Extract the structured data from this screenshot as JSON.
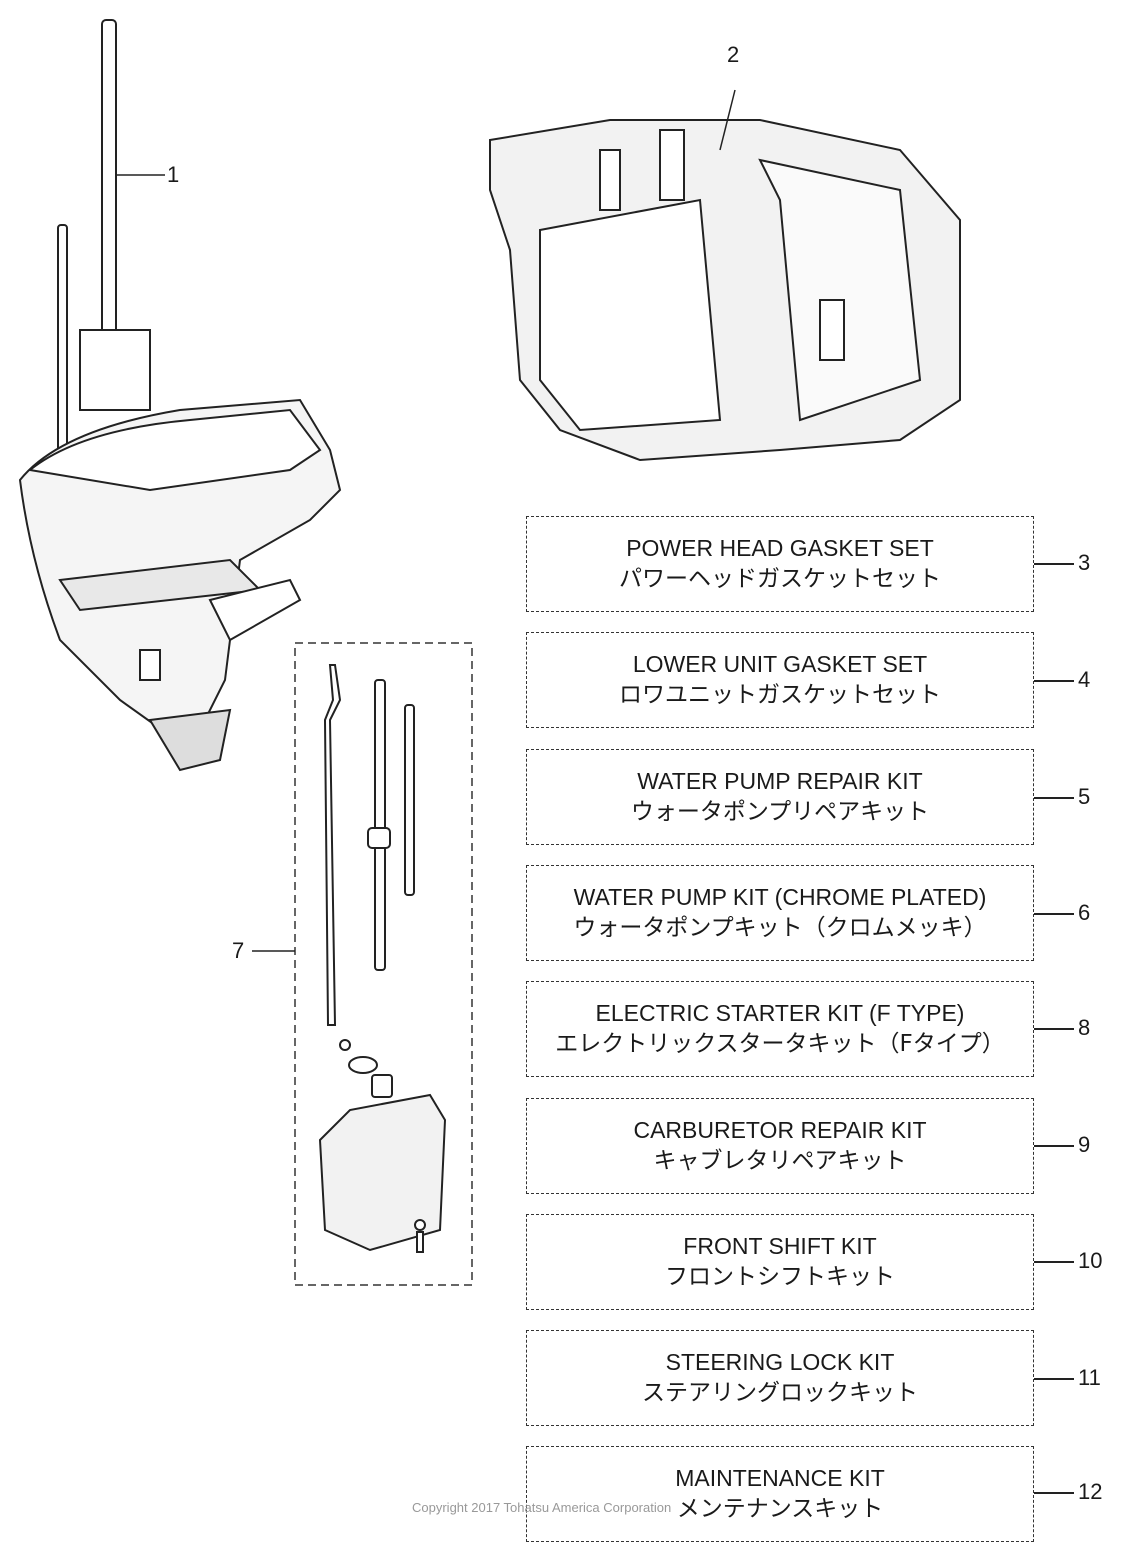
{
  "diagram": {
    "type": "exploded parts diagram",
    "parts": [
      {
        "number": "1",
        "description": "Lower unit / drive shaft assembly (drawing)"
      },
      {
        "number": "2",
        "description": "Power head cylinder block (drawing)"
      },
      {
        "number": "7",
        "description": "Front shift kit components (drawing in dashed box)"
      }
    ],
    "kits": [
      {
        "number": "3",
        "english": "POWER HEAD GASKET SET",
        "japanese": "パワーヘッドガスケットセット"
      },
      {
        "number": "4",
        "english": "LOWER UNIT GASKET SET",
        "japanese": "ロワユニットガスケットセット"
      },
      {
        "number": "5",
        "english": "WATER PUMP REPAIR KIT",
        "japanese": "ウォータポンプリペアキット"
      },
      {
        "number": "6",
        "english": "WATER PUMP KIT (CHROME PLATED)",
        "japanese": "ウォータポンプキット（クロムメッキ）"
      },
      {
        "number": "8",
        "english": "ELECTRIC STARTER KIT (F TYPE)",
        "japanese": "エレクトリックスタータキット（Fタイプ）"
      },
      {
        "number": "9",
        "english": "CARBURETOR REPAIR KIT",
        "japanese": "キャブレタリペアキット"
      },
      {
        "number": "10",
        "english": "FRONT SHIFT KIT",
        "japanese": "フロントシフトキット"
      },
      {
        "number": "11",
        "english": "STEERING LOCK KIT",
        "japanese": "ステアリングロックキット"
      },
      {
        "number": "12",
        "english": "MAINTENANCE KIT",
        "japanese": "メンテナンスキット"
      }
    ],
    "copyright": "Copyright 2017 Tohatsu America Corporation"
  }
}
